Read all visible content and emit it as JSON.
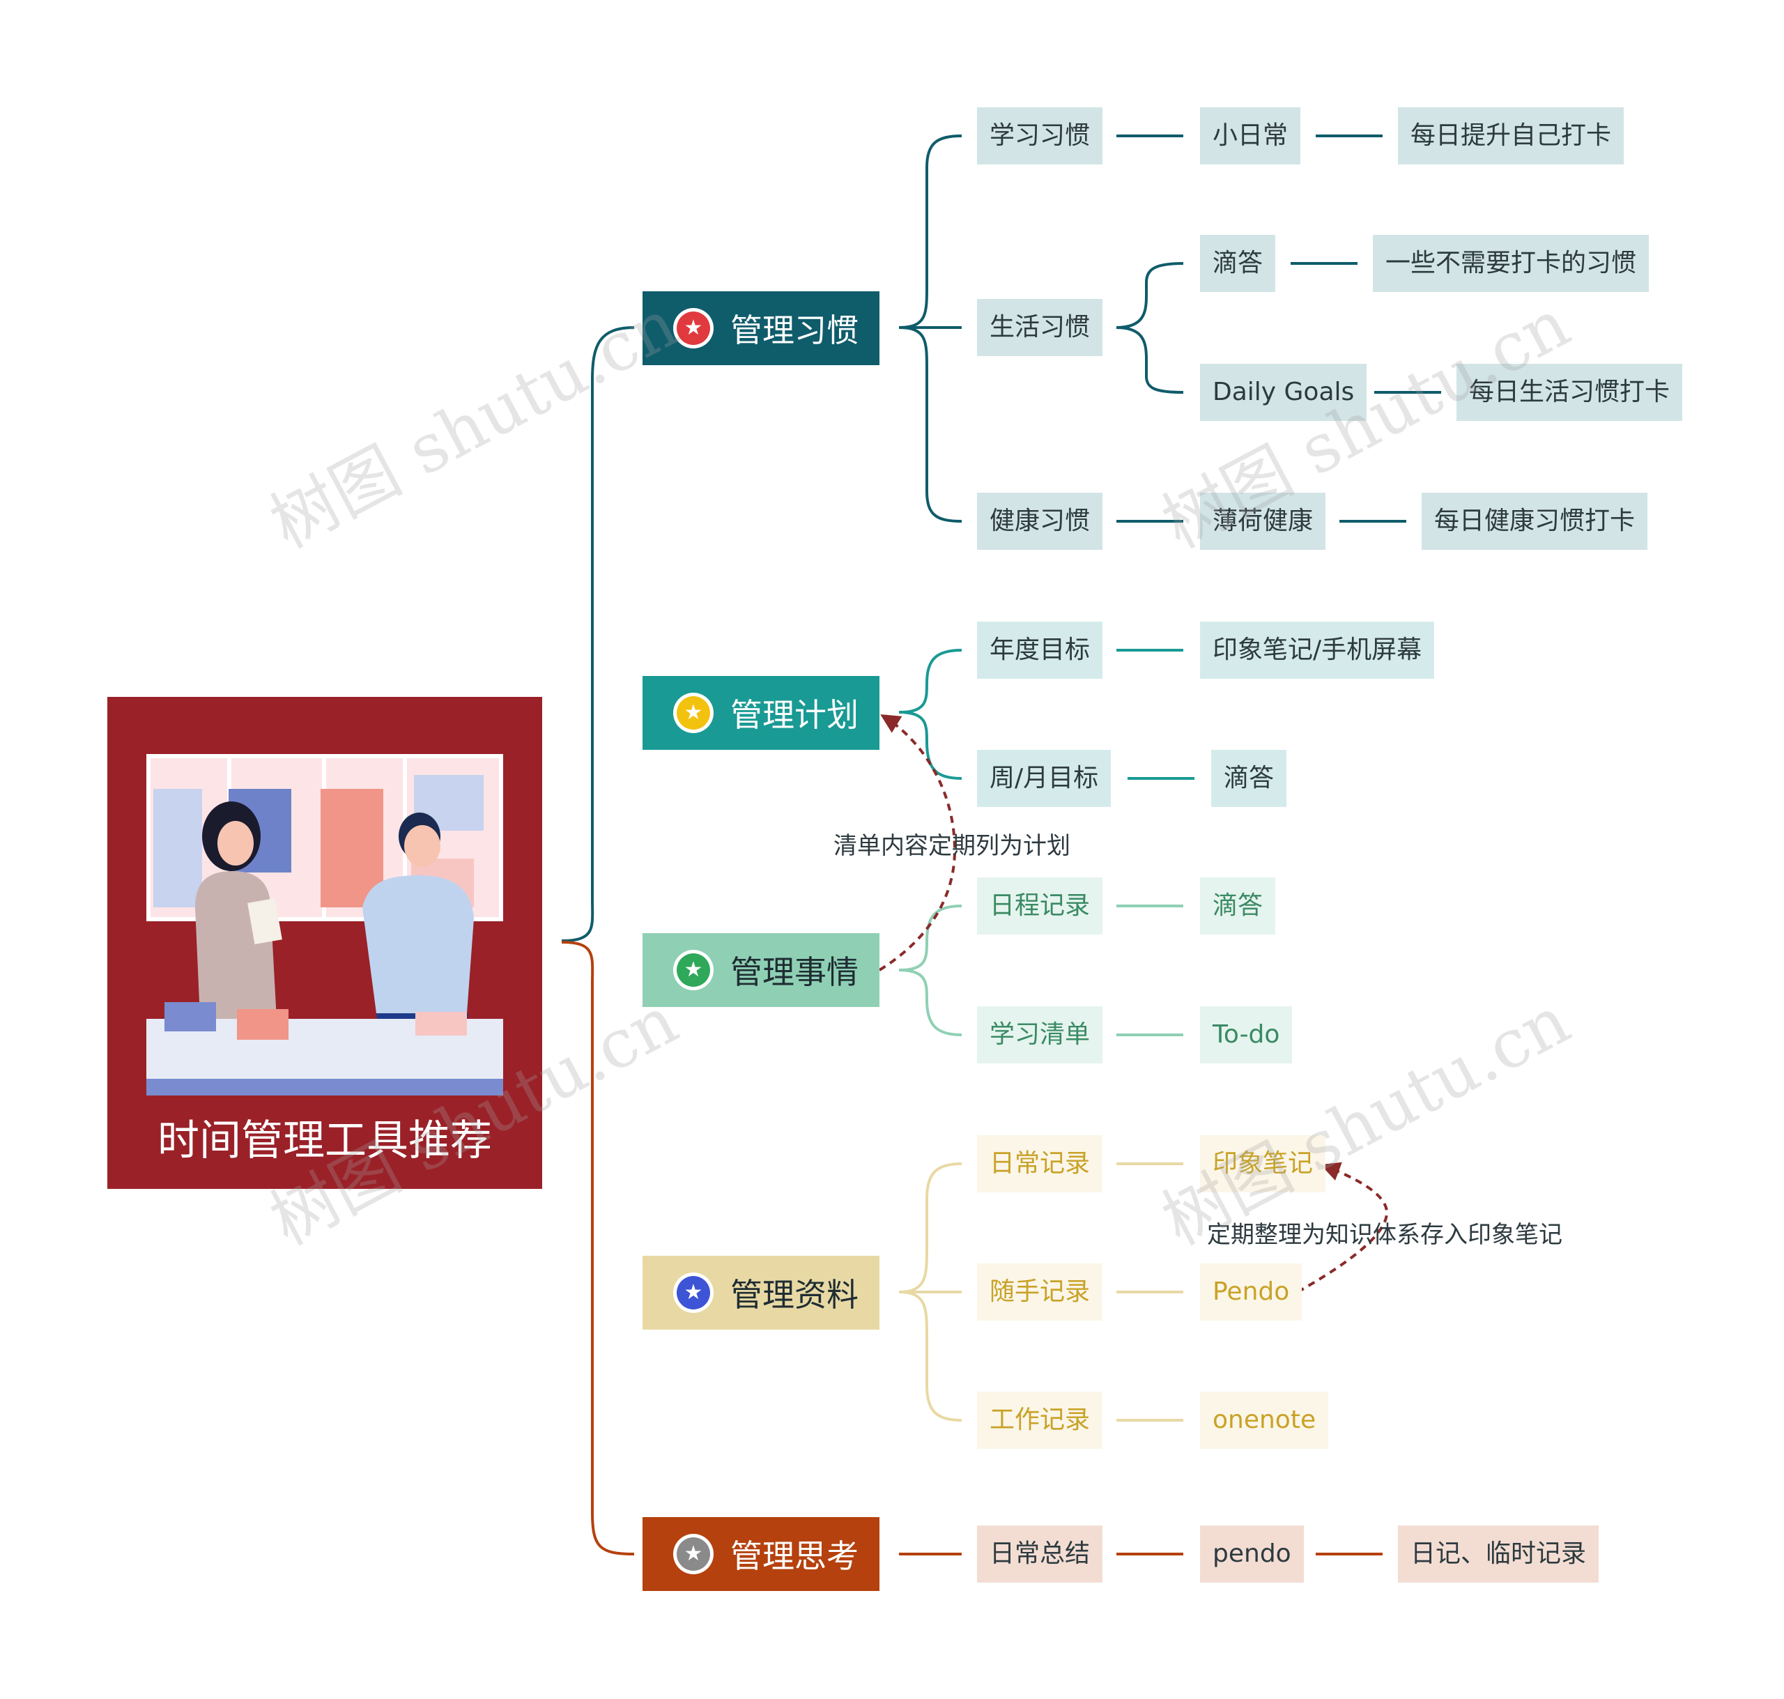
{
  "root": {
    "title": "时间管理工具推荐"
  },
  "colors": {
    "root": "#9a2128",
    "habit": "#0f5c6b",
    "plan": "#1a9a94",
    "task": "#8fd0b4",
    "data": "#e8d9a4",
    "think": "#b5410e",
    "dashed_link": "#8a2a2a"
  },
  "branches": {
    "habit": {
      "label": "管理习惯",
      "icon": "star-icon",
      "children": {
        "study": {
          "label": "学习习惯",
          "l2": "小日常",
          "l3": "每日提升自己打卡"
        },
        "life": {
          "label": "生活习惯",
          "a": {
            "label": "滴答",
            "leaf": "一些不需要打卡的习惯"
          },
          "b": {
            "label": "Daily Goals",
            "leaf": "每日生活习惯打卡"
          }
        },
        "health": {
          "label": "健康习惯",
          "l2": "薄荷健康",
          "l3": "每日健康习惯打卡"
        }
      }
    },
    "plan": {
      "label": "管理计划",
      "icon": "star-icon",
      "children": {
        "year": {
          "label": "年度目标",
          "l2": "印象笔记/手机屏幕"
        },
        "week": {
          "label": "周/月目标",
          "l2": "滴答"
        }
      }
    },
    "task": {
      "label": "管理事情",
      "icon": "star-icon",
      "children": {
        "schedule": {
          "label": "日程记录",
          "l2": "滴答"
        },
        "study": {
          "label": "学习清单",
          "l2": "To-do"
        }
      }
    },
    "data": {
      "label": "管理资料",
      "icon": "star-icon",
      "children": {
        "daily": {
          "label": "日常记录",
          "l2": "印象笔记"
        },
        "casual": {
          "label": "随手记录",
          "l2": "Pendo"
        },
        "work": {
          "label": "工作记录",
          "l2": "onenote"
        }
      }
    },
    "think": {
      "label": "管理思考",
      "icon": "star-icon",
      "children": {
        "summary": {
          "label": "日常总结",
          "l2": "pendo",
          "l3": "日记、临时记录"
        }
      }
    }
  },
  "relations": {
    "tasks_to_plan": "清单内容定期列为计划",
    "pendo_to_evernote": "定期整理为知识体系存入印象笔记"
  },
  "watermark": "树图 shutu.cn"
}
